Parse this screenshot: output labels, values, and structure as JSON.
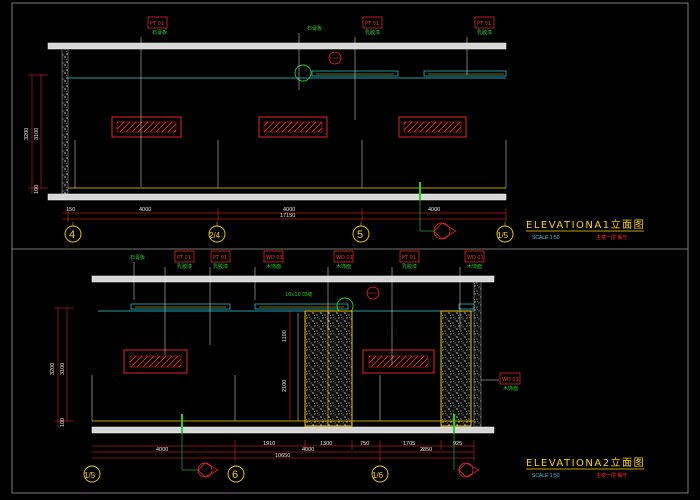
{
  "elevation_a1": {
    "title": "ELEVATIONA1立面图",
    "scale": "SCALE 1:50",
    "subtitle": "主楼一层 餐厅",
    "ceiling_tag_left": "石膏板",
    "ceiling_tag_mid": "乳胶漆",
    "ceiling_tag_right": "乳胶漆",
    "tag_red": "PT 01",
    "height_total": "3200",
    "height_inner": "3100",
    "height_base": "100",
    "dims_bottom": [
      "150",
      "4000",
      "4000",
      "4000"
    ],
    "total_width": "17150",
    "grid_labels": [
      "4",
      "2/4",
      "5",
      "1/5"
    ]
  },
  "elevation_a2": {
    "title": "ELEVATIONA2立面图",
    "scale": "SCALE 1:50",
    "subtitle": "主楼一层 餐厅",
    "tags_top": [
      "石膏板",
      "乳胶漆",
      "乳胶漆",
      "木饰面",
      "木饰面",
      "乳胶漆",
      "木饰面"
    ],
    "tag_red_codes": [
      "PT 01",
      "PT 01",
      "WD 01",
      "WD 01",
      "PT 01",
      "WD 01"
    ],
    "door_label": "10x10 凹缝",
    "door_height": "2100",
    "door_top": "1100",
    "height_total": "3200",
    "height_inner": "3100",
    "height_base": "100",
    "dims_segments": [
      "1910",
      "1300",
      "750",
      "1705",
      "925"
    ],
    "dims_lower": [
      "4000",
      "4000",
      "2850"
    ],
    "total_width": "10650",
    "grid_labels": [
      "1/5",
      "6",
      "1/6"
    ],
    "side_tag": "WD 01",
    "side_tag_sub": "木饰面"
  },
  "colors": {
    "background": "#000000",
    "red": "#ff2a2a",
    "green": "#25d02a",
    "cyan": "#2fd0e6",
    "yellow": "#ffd400",
    "white": "#e6e6e6",
    "grey": "#9a9a9a"
  }
}
